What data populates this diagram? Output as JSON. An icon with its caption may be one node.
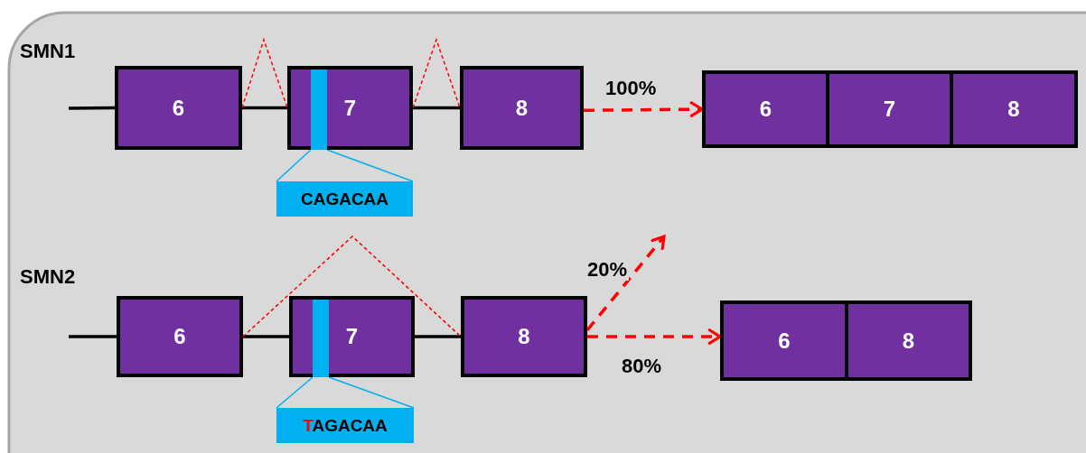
{
  "diagram": {
    "nodes": [
      {
        "text": [
          "6"
        ]
      },
      {
        "text": [
          "7"
        ]
      },
      {
        "text": [],
        "shape": "bar",
        "in": 1
      },
      {
        "text": [
          "8"
        ]
      },
      {
        "text": [
          "CAGACAA"
        ]
      },
      {
        "text": [
          "6"
        ]
      },
      {
        "text": [
          "7"
        ]
      },
      {
        "text": [
          "8"
        ]
      },
      {
        "text": [
          "6"
        ]
      },
      {
        "text": [
          "7"
        ]
      },
      {
        "text": [],
        "shape": "bar",
        "in": 9
      },
      {
        "text": [
          "8"
        ]
      },
      {
        "text": [
          "TAGACAA"
        ]
      },
      {
        "text": [
          "6"
        ]
      },
      {
        "text": [
          "8"
        ]
      }
    ],
    "edges": [
      {
        "from": null,
        "to": 0,
        "arrow": "none"
      },
      {
        "from": 0,
        "to": 1,
        "arrow": "none"
      },
      {
        "from": 1,
        "to": 3,
        "arrow": "none"
      },
      {
        "from": 0,
        "to": 1,
        "arrow": "none",
        "style": "dashed",
        "color": "#ff0000"
      },
      {
        "from": 1,
        "to": 3,
        "arrow": "none",
        "style": "dashed",
        "color": "#ff0000"
      },
      {
        "from": 2,
        "to": 4,
        "arrow": "none",
        "color": "#00b0f0"
      },
      {
        "from": 2,
        "to": 4,
        "arrow": "none",
        "color": "#00b0f0"
      },
      {
        "from": 3,
        "to": 5,
        "arrow": "to",
        "label": "100%",
        "style": "dashed",
        "color": "#ff0000"
      },
      {
        "from": null,
        "to": 8,
        "arrow": "none"
      },
      {
        "from": 8,
        "to": 9,
        "arrow": "none"
      },
      {
        "from": 9,
        "to": 11,
        "arrow": "none"
      },
      {
        "from": 8,
        "to": 11,
        "arrow": "none",
        "style": "dashed",
        "color": "#ff0000"
      },
      {
        "from": 10,
        "to": 12,
        "arrow": "none",
        "color": "#00b0f0"
      },
      {
        "from": 10,
        "to": 12,
        "arrow": "none",
        "color": "#00b0f0"
      },
      {
        "from": 11,
        "to": null,
        "arrow": "to",
        "label": "20%",
        "style": "dashed",
        "color": "#ff0000"
      },
      {
        "from": 11,
        "to": 13,
        "arrow": "to",
        "label": "80%",
        "style": "dashed",
        "color": "#ff0000"
      }
    ],
    "labels": [
      "SMN1",
      "SMN2"
    ]
  }
}
